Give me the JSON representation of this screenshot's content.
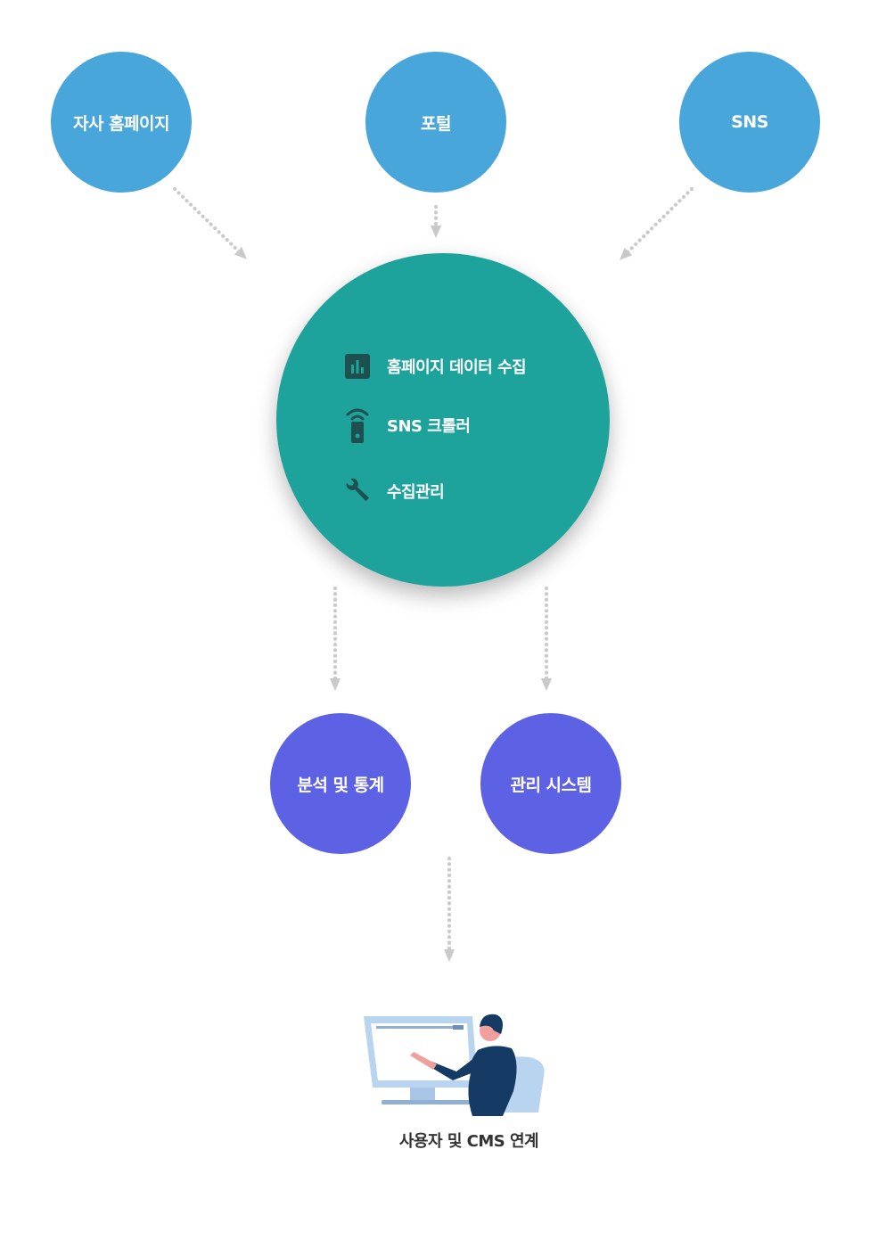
{
  "sources": [
    {
      "label": "자사 홈페이지"
    },
    {
      "label": "포털"
    },
    {
      "label": "SNS"
    }
  ],
  "hub": {
    "items": [
      {
        "label": "홈페이지 데이터 수집",
        "icon": "bar-chart-icon"
      },
      {
        "label": "SNS 크롤러",
        "icon": "remote-signal-icon"
      },
      {
        "label": "수집관리",
        "icon": "wrench-icon"
      }
    ]
  },
  "outputs": [
    {
      "label": "분석 및 통계"
    },
    {
      "label": "관리 시스템"
    }
  ],
  "user": {
    "caption": "사용자 및 CMS 연계",
    "illustration": "person-at-computer-icon"
  },
  "colors": {
    "source": "#48a6da",
    "hub": "#1da39c",
    "output": "#5d62e5",
    "connector": "#c9c9c9",
    "icon_dark": "#1f5050"
  }
}
